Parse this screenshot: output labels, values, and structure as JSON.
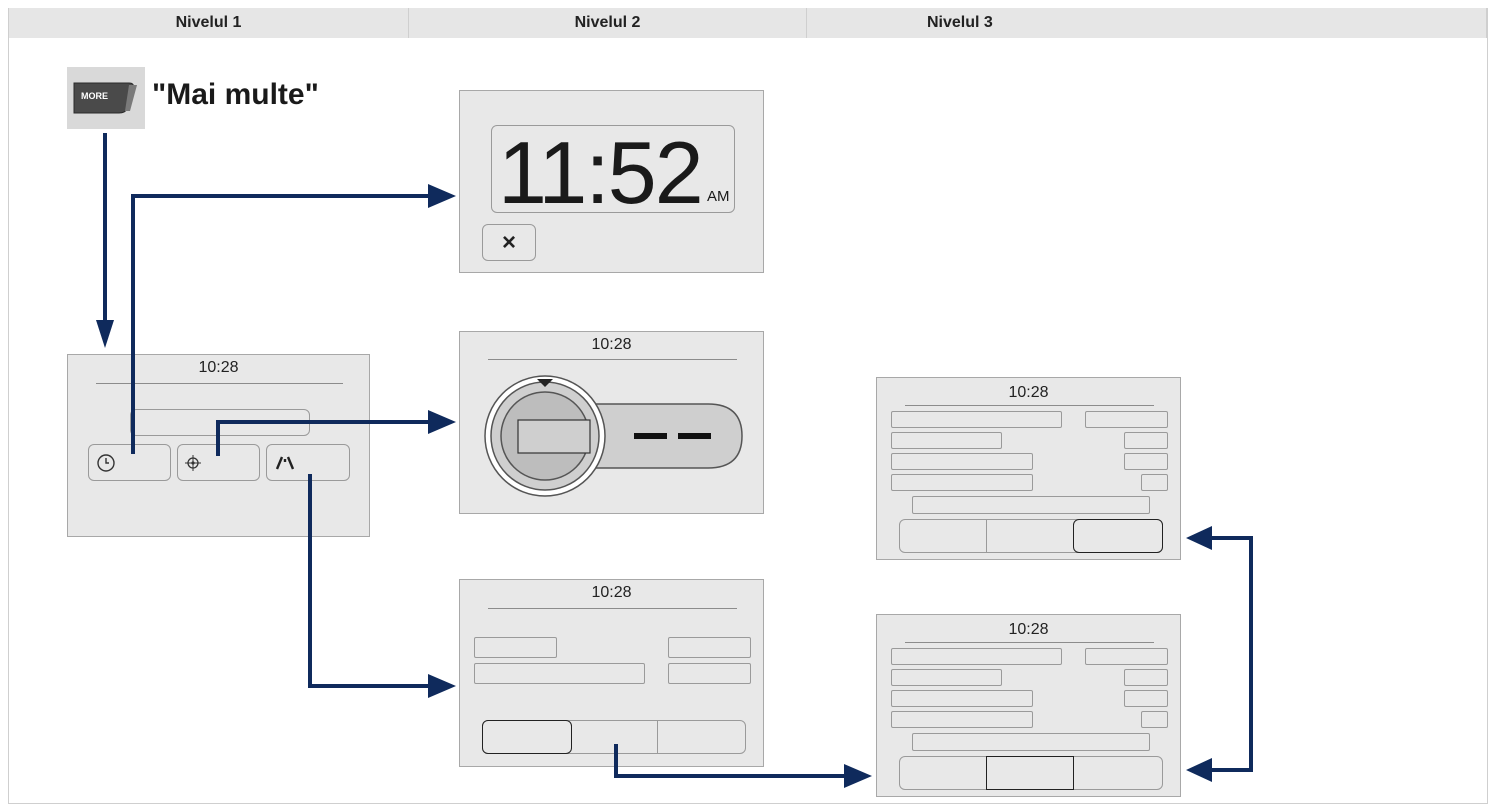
{
  "headers": {
    "level1": "Nivelul 1",
    "level2": "Nivelul 2",
    "level3": "Nivelul 3"
  },
  "more_button": {
    "icon_label": "MORE",
    "caption": "\"Mai multe\""
  },
  "main_screen": {
    "time": "10:28",
    "icons": [
      "clock-icon",
      "compass-icon",
      "road-icon"
    ]
  },
  "clock_screen": {
    "time_big": "11:52",
    "ampm": "AM",
    "close_label": "×"
  },
  "compass_screen": {
    "time": "10:28"
  },
  "settings_screen": {
    "time": "10:28"
  },
  "sub_screen_a": {
    "time": "10:28"
  },
  "sub_screen_b": {
    "time": "10:28"
  },
  "colors": {
    "arrow": "#0f2a5c",
    "panel": "#e8e8e8",
    "header": "#e6e6e6"
  }
}
